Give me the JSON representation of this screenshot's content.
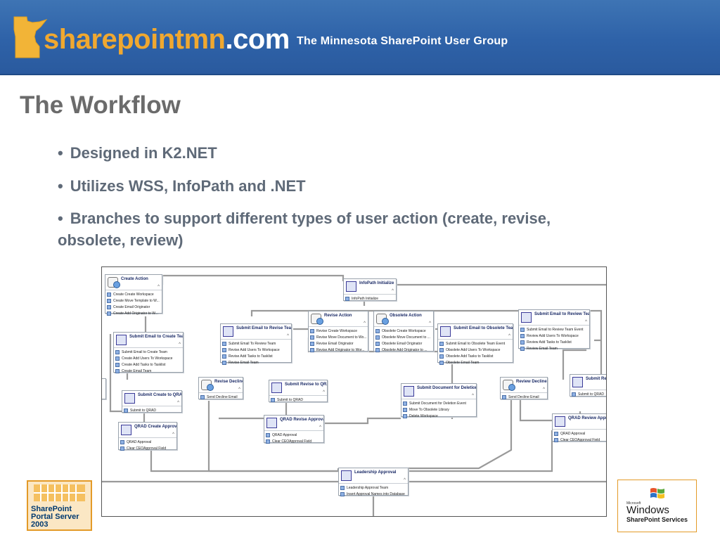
{
  "banner": {
    "brand_main": "sharepointmn",
    "brand_tld": ".com",
    "tagline": "The Minnesota SharePoint User Group",
    "colors": {
      "background": "#2e62a8",
      "brand_orange": "#f0a830"
    }
  },
  "slide": {
    "title": "The Workflow",
    "bullets": [
      "Designed in K2.NET",
      "Utilizes WSS, InfoPath and .NET",
      "Branches to support different types of user action (create, revise, obsolete, review)"
    ],
    "bullet_glyph": "•"
  },
  "workflow": {
    "nodes": [
      {
        "id": "create-action",
        "icon": "user",
        "title": "Create Action",
        "items": [
          "Create Create Workspace",
          "Create Move Template to W...",
          "Create Email Originator",
          "Create Add Originator to W..."
        ]
      },
      {
        "id": "infopath-initialize",
        "icon": "box",
        "title": "InfoPath Initialize",
        "items": [
          "InfoPath Initialize"
        ]
      },
      {
        "id": "submit-email-create-team",
        "icon": "box",
        "title": "Submit Email to Create Team",
        "items": [
          "Submit Email to Create Team",
          "Create Add Users To Workspace",
          "Create Add Tasks to Tasklist",
          "Create Email Team"
        ]
      },
      {
        "id": "submit-email-revise-team",
        "icon": "box",
        "title": "Submit Email to Revise Team",
        "items": [
          "Submit Email To Review Team",
          "Revise Add Users To Workspace",
          "Revise Add Tasks to Tasklist",
          "Revise Email Team"
        ]
      },
      {
        "id": "revise-action",
        "icon": "user",
        "title": "Revise Action",
        "items": [
          "Revise Create Workspace",
          "Revise Move Document to Wo...",
          "Revise Email Originator",
          "Revise Add Originator to Wor..."
        ]
      },
      {
        "id": "obsolete-action",
        "icon": "user",
        "title": "Obsolete Action",
        "items": [
          "Obsolete Create Workspace",
          "Obsolete Move Document to ...",
          "Obsolete Email Originator",
          "Obsolete Add Originator to ..."
        ]
      },
      {
        "id": "submit-email-obsolete-team",
        "icon": "box",
        "title": "Submit Email to Obsolete Team",
        "items": [
          "Submit Email to Obsolete Team Event",
          "Obsolete Add Users To Workspace",
          "Obsolete Add Tasks to Tasklist",
          "Obsolete Email Team"
        ]
      },
      {
        "id": "submit-email-review-team",
        "icon": "box",
        "title": "Submit Email to Review Team",
        "items": [
          "Submit Email to Review Team Event",
          "Review Add Users To Workspace",
          "Review Add Tasks to Tasklist",
          "Review Email Team"
        ]
      },
      {
        "id": "submit-create-qrad",
        "icon": "box",
        "title": "Submit Create to QRAD",
        "items": [
          "Submit to QRAD"
        ]
      },
      {
        "id": "revise-decline",
        "icon": "user",
        "title": "Revise Decline",
        "items": [
          "Send Decline Email"
        ]
      },
      {
        "id": "submit-revise-qrad",
        "icon": "box",
        "title": "Submit Revise to QRAD",
        "items": [
          "Submit to QRAD"
        ]
      },
      {
        "id": "submit-document-deletion",
        "icon": "box",
        "title": "Submit Document for Deletion",
        "items": [
          "Submit Document for Deletion Event",
          "Move To Obsolete Library",
          "Delete Workspace"
        ]
      },
      {
        "id": "review-decline",
        "icon": "user",
        "title": "Review Decline",
        "items": [
          "Send Decline Email"
        ]
      },
      {
        "id": "submit-review",
        "icon": "box",
        "title": "Submit Revie",
        "items": [
          "Submit to QRAD"
        ]
      },
      {
        "id": "qrad-create-approval",
        "icon": "box",
        "title": "QRAD Create Approval",
        "items": [
          "QRAD Approval",
          "Clear CEOApproval Field"
        ]
      },
      {
        "id": "qrad-revise-approval",
        "icon": "box",
        "title": "QRAD Revise Approval",
        "items": [
          "QRAD Approval",
          "Clear CEOApproval Field"
        ]
      },
      {
        "id": "qrad-review-approval",
        "icon": "box",
        "title": "QRAD Review Approv...",
        "items": [
          "QRAD Approval",
          "Clear CEOApproval Field"
        ]
      },
      {
        "id": "leadership-approval",
        "icon": "box",
        "title": "Leadership Approval",
        "items": [
          "Leadership Approval Team",
          "Insert Approval Names into Database"
        ]
      }
    ]
  },
  "logos": {
    "sps": {
      "line1": "SharePoint",
      "line2": "Portal Server",
      "line3": "2003"
    },
    "wss": {
      "microsoft": "Microsoft",
      "windows": "Windows",
      "services": "SharePoint Services"
    }
  }
}
